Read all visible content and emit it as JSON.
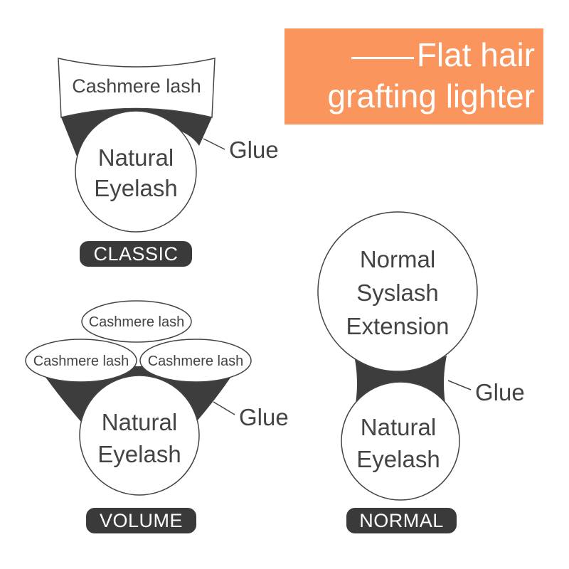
{
  "banner": {
    "line1": "Flat hair",
    "line2": "grafting lighter",
    "bg": "#f9955d"
  },
  "colors": {
    "glue": "#3d3d3d",
    "stroke": "#444444",
    "text": "#444444",
    "badge": "#3a3a3a"
  },
  "classic": {
    "lash_label": "Cashmere lash",
    "eyelash_line1": "Natural",
    "eyelash_line2": "Eyelash",
    "glue_label": "Glue",
    "badge": "CLASSIC"
  },
  "volume": {
    "lash_labels": [
      "Cashmere lash",
      "Cashmere lash",
      "Cashmere lash"
    ],
    "eyelash_line1": "Natural",
    "eyelash_line2": "Eyelash",
    "glue_label": "Glue",
    "badge": "VOLUME"
  },
  "normal": {
    "extension_lines": [
      "Normal",
      "Syslash",
      "Extension"
    ],
    "eyelash_line1": "Natural",
    "eyelash_line2": "Eyelash",
    "glue_label": "Glue",
    "badge": "NORMAL"
  }
}
